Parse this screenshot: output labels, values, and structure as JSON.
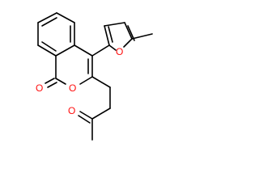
{
  "molecule": {
    "atoms": {
      "o_carbonyl": "O",
      "o_lactone": "O",
      "o_furan": "O",
      "o_ketone": "O"
    }
  }
}
